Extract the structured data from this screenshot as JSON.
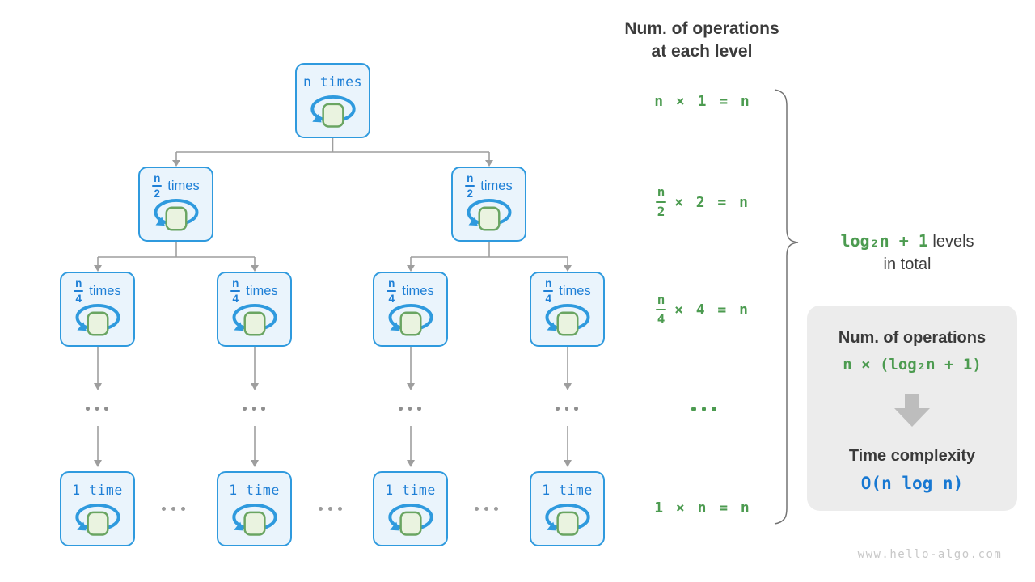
{
  "tree": {
    "root": {
      "label": "n times"
    },
    "level2": {
      "numerator": "n",
      "denominator": "2",
      "word": "times"
    },
    "level3": {
      "numerator": "n",
      "denominator": "4",
      "word": "times"
    },
    "leaf": {
      "label": "1 time"
    },
    "ellipsis": "..."
  },
  "right_column": {
    "header_line1": "Num. of operations",
    "header_line2": "at each level",
    "rows": [
      {
        "text": "n × 1 = n"
      },
      {
        "numerator": "n",
        "denominator": "2",
        "rest": "× 2 = n"
      },
      {
        "numerator": "n",
        "denominator": "4",
        "rest": "× 4 = n"
      },
      {
        "text": "1 × n = n"
      }
    ],
    "levels_label": {
      "formula": "log₂n + 1",
      "suffix": "levels",
      "line2": "in total"
    }
  },
  "summary": {
    "title1": "Num. of operations",
    "formula1": "n × (log₂n + 1)",
    "title2": "Time complexity",
    "formula2": "O(n log n)"
  },
  "watermark": "www.hello-algo.com",
  "colors": {
    "node_border": "#2f9ade",
    "node_fill": "#eaf4fc",
    "node_text": "#1e7fd6",
    "green": "#4c9b50",
    "blue_result": "#1778d2",
    "connector": "#9e9e9e",
    "panel_bg": "#ececec",
    "dark_text": "#3b3b3b"
  }
}
